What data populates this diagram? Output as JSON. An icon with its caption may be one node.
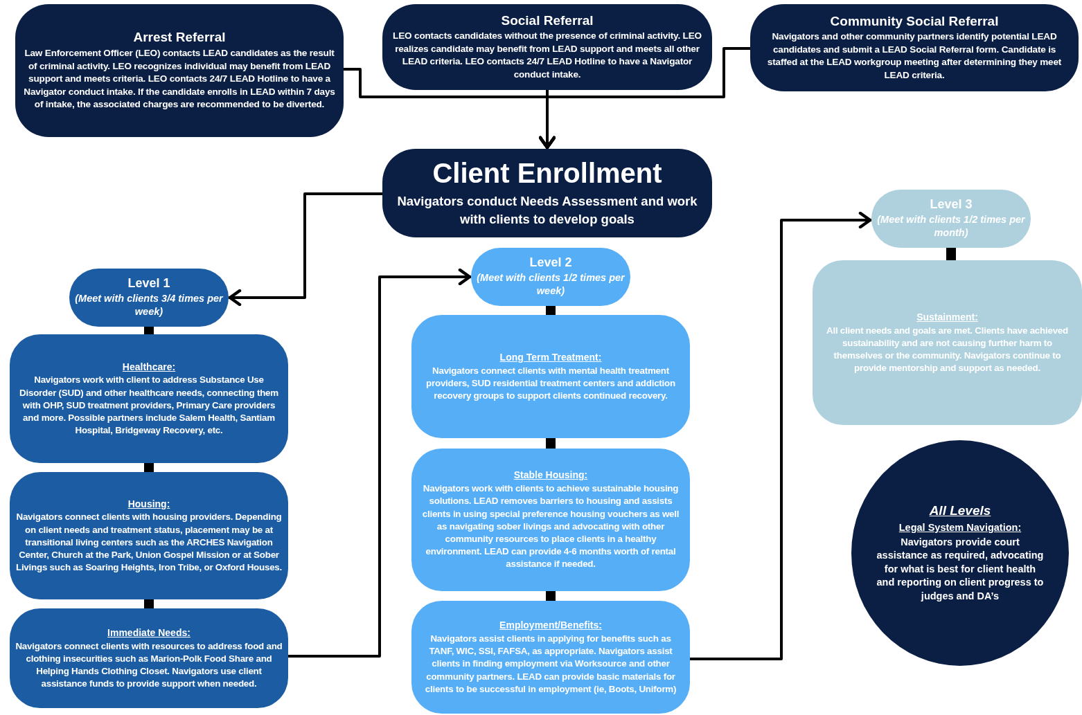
{
  "diagram": {
    "nodes": [
      {
        "text": [
          "Arrest Referral",
          "Law Enforcement Officer (LEO) contacts LEAD candidates as the result of criminal activity. LEO recognizes individual may benefit from LEAD support and meets criteria. LEO contacts 24/7 LEAD Hotline to have a Navigator conduct intake. If the candidate enrolls in LEAD within 7 days of intake, the associated charges are recommended to be diverted."
        ]
      },
      {
        "text": [
          "Social Referral",
          "LEO contacts candidates without the presence of criminal activity. LEO realizes candidate may benefit from LEAD support and meets all other LEAD criteria. LEO contacts 24/7 LEAD Hotline to have a Navigator conduct intake."
        ]
      },
      {
        "text": [
          "Community Social Referral",
          "Navigators and other community partners identify potential LEAD candidates and submit a LEAD Social Referral form. Candidate is staffed at the LEAD workgroup meeting after determining they meet LEAD criteria."
        ]
      },
      {
        "text": [
          "Client Enrollment",
          "Navigators conduct Needs Assessment and work with clients to develop goals"
        ]
      },
      {
        "text": [
          "Level 1",
          "(Meet with clients 3/4 times per week)"
        ]
      },
      {
        "text": [
          "Healthcare:",
          "Navigators work with client to address Substance Use Disorder (SUD) and other healthcare needs, connecting them with OHP, SUD treatment providers, Primary Care providers and more. Possible partners include Salem Health, Santiam Hospital, Bridgeway Recovery, etc."
        ]
      },
      {
        "text": [
          "Housing:",
          "Navigators connect clients with housing providers. Depending on client needs and treatment status, placement may be at transitional living centers such as the ARCHES Navigation Center, Church at the Park, Union Gospel Mission or at Sober Livings such as Soaring Heights, Iron Tribe, or Oxford Houses."
        ]
      },
      {
        "text": [
          "Immediate Needs:",
          "Navigators connect clients with resources to address food and clothing insecurities such as Marion-Polk Food Share and Helping Hands Clothing Closet. Navigators use client assistance funds to provide support when needed."
        ]
      },
      {
        "text": [
          "Level 2",
          "(Meet with clients 1/2 times per week)"
        ]
      },
      {
        "text": [
          "Long Term Treatment:",
          "Navigators connect clients with mental health treatment providers, SUD residential treatment centers and addiction recovery groups to support clients continued recovery."
        ]
      },
      {
        "text": [
          "Stable Housing:",
          "Navigators work with clients to achieve sustainable housing solutions. LEAD removes barriers to housing and assists clients in using special preference housing vouchers as well as navigating sober livings and advocating with other community resources to place clients in a healthy environment. LEAD can provide 4-6 months worth of rental assistance if needed."
        ]
      },
      {
        "text": [
          "Employment/Benefits:",
          "Navigators assist clients in applying for benefits such as TANF, WIC, SSI, FAFSA,  as appropriate. Navigators assist clients in finding employment via Worksource and other community partners. LEAD can provide basic materials for clients to be successful in employment (ie, Boots, Uniform)"
        ]
      },
      {
        "text": [
          "Level 3",
          "(Meet with clients 1/2 times per month)"
        ]
      },
      {
        "text": [
          "Sustainment:",
          "All client needs and goals are met. Clients have achieved sustainability and are not causing further harm to themselves or the community. Navigators continue to provide mentorship and support as needed."
        ]
      },
      {
        "text": [
          "All Levels",
          "Legal System Navigation:",
          "Navigators provide court assistance as required, advocating for what is best for client health and reporting on client progress to judges and DA’s"
        ]
      }
    ],
    "edges": [
      {
        "from": 0,
        "to": 3,
        "arrow": "to"
      },
      {
        "from": 1,
        "to": 3,
        "arrow": "to"
      },
      {
        "from": 2,
        "to": 3,
        "arrow": "to"
      },
      {
        "from": 3,
        "to": 4,
        "arrow": "to"
      },
      {
        "from": 7,
        "to": 8,
        "arrow": "to"
      },
      {
        "from": 11,
        "to": 12,
        "arrow": "to"
      },
      {
        "from": 4,
        "to": 5,
        "arrow": "none"
      },
      {
        "from": 5,
        "to": 6,
        "arrow": "none"
      },
      {
        "from": 6,
        "to": 7,
        "arrow": "none"
      },
      {
        "from": 8,
        "to": 9,
        "arrow": "none"
      },
      {
        "from": 9,
        "to": 10,
        "arrow": "none"
      },
      {
        "from": 10,
        "to": 11,
        "arrow": "none"
      },
      {
        "from": 12,
        "to": 13,
        "arrow": "none"
      }
    ]
  }
}
